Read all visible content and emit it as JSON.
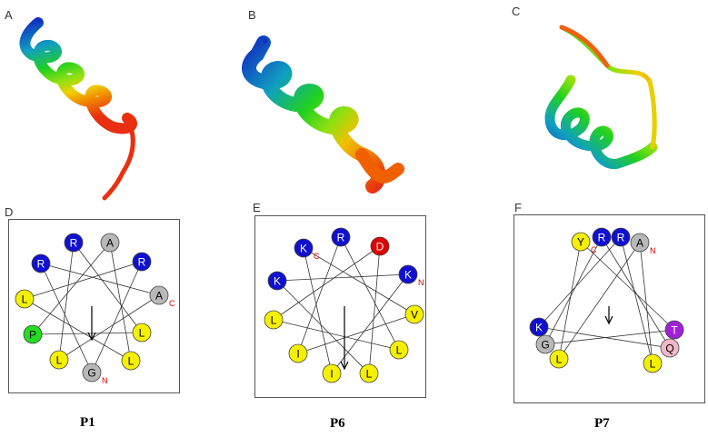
{
  "panels": {
    "A": {
      "letter": "A"
    },
    "B": {
      "letter": "B"
    },
    "C": {
      "letter": "C"
    },
    "D": {
      "letter": "D",
      "peptide": "P1"
    },
    "E": {
      "letter": "E",
      "peptide": "P6"
    },
    "F": {
      "letter": "F",
      "peptide": "P7"
    }
  },
  "wheels": {
    "P1": {
      "residues": [
        {
          "label": "R",
          "color": "#1010d0"
        },
        {
          "label": "A",
          "color": "#b8b8b8"
        },
        {
          "label": "R",
          "color": "#1010d0"
        },
        {
          "label": "A",
          "color": "#b8b8b8",
          "terminus": "C"
        },
        {
          "label": "L",
          "color": "#f5f000"
        },
        {
          "label": "L",
          "color": "#f5f000"
        },
        {
          "label": "G",
          "color": "#b8b8b8",
          "terminus": "N"
        },
        {
          "label": "L",
          "color": "#f5f000"
        },
        {
          "label": "P",
          "color": "#22dd22"
        },
        {
          "label": "L",
          "color": "#f5f000"
        },
        {
          "label": "R",
          "color": "#1010d0"
        }
      ]
    },
    "P6": {
      "residues": [
        {
          "label": "R",
          "color": "#1010d0"
        },
        {
          "label": "D",
          "color": "#e00000"
        },
        {
          "label": "K",
          "color": "#1010d0",
          "terminus": "N"
        },
        {
          "label": "V",
          "color": "#f5f000"
        },
        {
          "label": "L",
          "color": "#f5f000"
        },
        {
          "label": "L",
          "color": "#f5f000"
        },
        {
          "label": "I",
          "color": "#f5f000"
        },
        {
          "label": "I",
          "color": "#f5f000"
        },
        {
          "label": "L",
          "color": "#f5f000"
        },
        {
          "label": "K",
          "color": "#1010d0"
        },
        {
          "label": "K",
          "color": "#1010d0",
          "terminus": "C"
        }
      ]
    },
    "P7": {
      "residues": [
        {
          "label": "Y",
          "color": "#f5f000",
          "terminus": "C"
        },
        {
          "label": "R",
          "color": "#1010d0"
        },
        {
          "label": "R",
          "color": "#1010d0"
        },
        {
          "label": "A",
          "color": "#b8b8b8",
          "terminus": "N"
        },
        {
          "label": "T",
          "color": "#a020d8"
        },
        {
          "label": "Q",
          "color": "#f2b8c8"
        },
        {
          "label": "L",
          "color": "#f5f000"
        },
        {
          "label": "L",
          "color": "#f5f000"
        },
        {
          "label": "G",
          "color": "#b8b8b8"
        },
        {
          "label": "K",
          "color": "#1010d0"
        }
      ]
    }
  },
  "helix_gradient": [
    "#1030c0",
    "#10a0c0",
    "#20d020",
    "#90e010",
    "#f0d000",
    "#f08000",
    "#e83010"
  ],
  "terminus_color": "#e00000"
}
